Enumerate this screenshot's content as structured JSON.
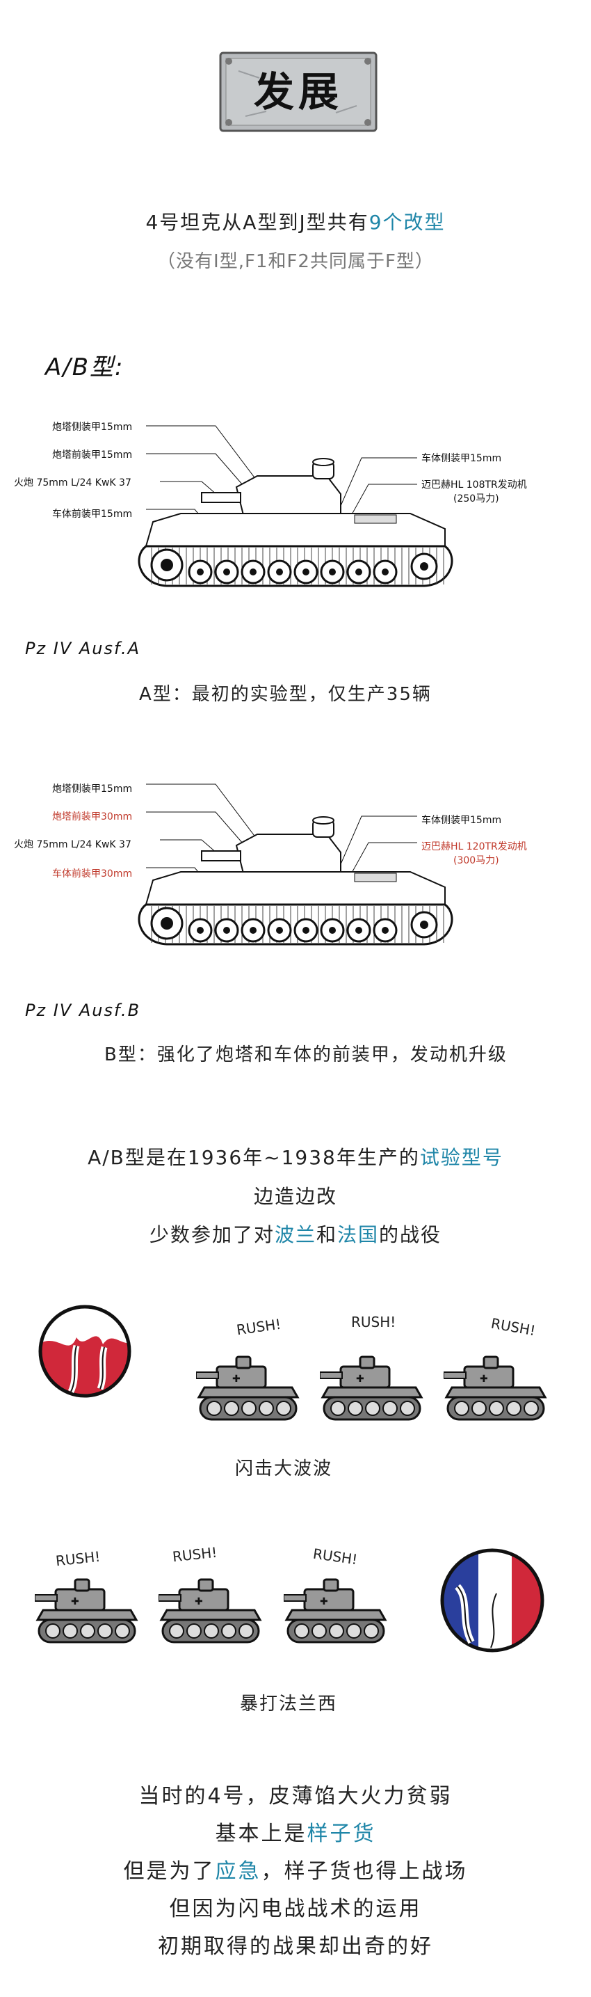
{
  "header": {
    "title": "发展"
  },
  "intro": {
    "line1_prefix": "4号坦克从A型到J型共有",
    "line1_highlight": "9个改型",
    "line2": "（没有I型,F1和F2共同属于F型）"
  },
  "section_ab": {
    "title": "A/B型:"
  },
  "tank_a": {
    "labels": [
      "炮塔侧装甲15mm",
      "炮塔前装甲15mm",
      "火炮 75mm L/24 KwK 37",
      "车体前装甲15mm",
      "车体侧装甲15mm",
      "迈巴赫HL 108TR发动机",
      "(250马力)"
    ],
    "model": "Pz IV Ausf.A",
    "desc": "A型：最初的实验型，仅生产35辆"
  },
  "tank_b": {
    "labels": [
      "炮塔侧装甲15mm",
      "炮塔前装甲30mm",
      "火炮 75mm L/24 KwK 37",
      "车体前装甲30mm",
      "车体侧装甲15mm",
      "迈巴赫HL 120TR发动机",
      "(300马力)"
    ],
    "model": "Pz IV Ausf.B",
    "desc": "B型：强化了炮塔和车体的前装甲，发动机升级"
  },
  "history": {
    "l1_prefix": "A/B型是在1936年~1938年生产的",
    "l1_hl": "试验型号",
    "l2": "边造边改",
    "l3_a": "少数参加了对",
    "l3_hl1": "波兰",
    "l3_b": "和",
    "l3_hl2": "法国",
    "l3_c": "的战役"
  },
  "cartoon1": {
    "rush": "RUSH!",
    "caption": "闪击大波波"
  },
  "cartoon2": {
    "rush": "RUSH!",
    "caption": "暴打法兰西"
  },
  "closing": {
    "l1": "当时的4号，皮薄馅大火力贫弱",
    "l2_a": "基本上是",
    "l2_hl": "样子货",
    "l3_a": "但是为了",
    "l3_hl": "应急",
    "l3_b": "，样子货也得上战场",
    "l4": "但因为闪电战战术的运用",
    "l5": "初期取得的战果却出奇的好"
  },
  "colors": {
    "accent": "#1f86a8",
    "red_label": "#c0392b",
    "poland_red": "#d0283a",
    "france_blue": "#2a3f9d"
  }
}
